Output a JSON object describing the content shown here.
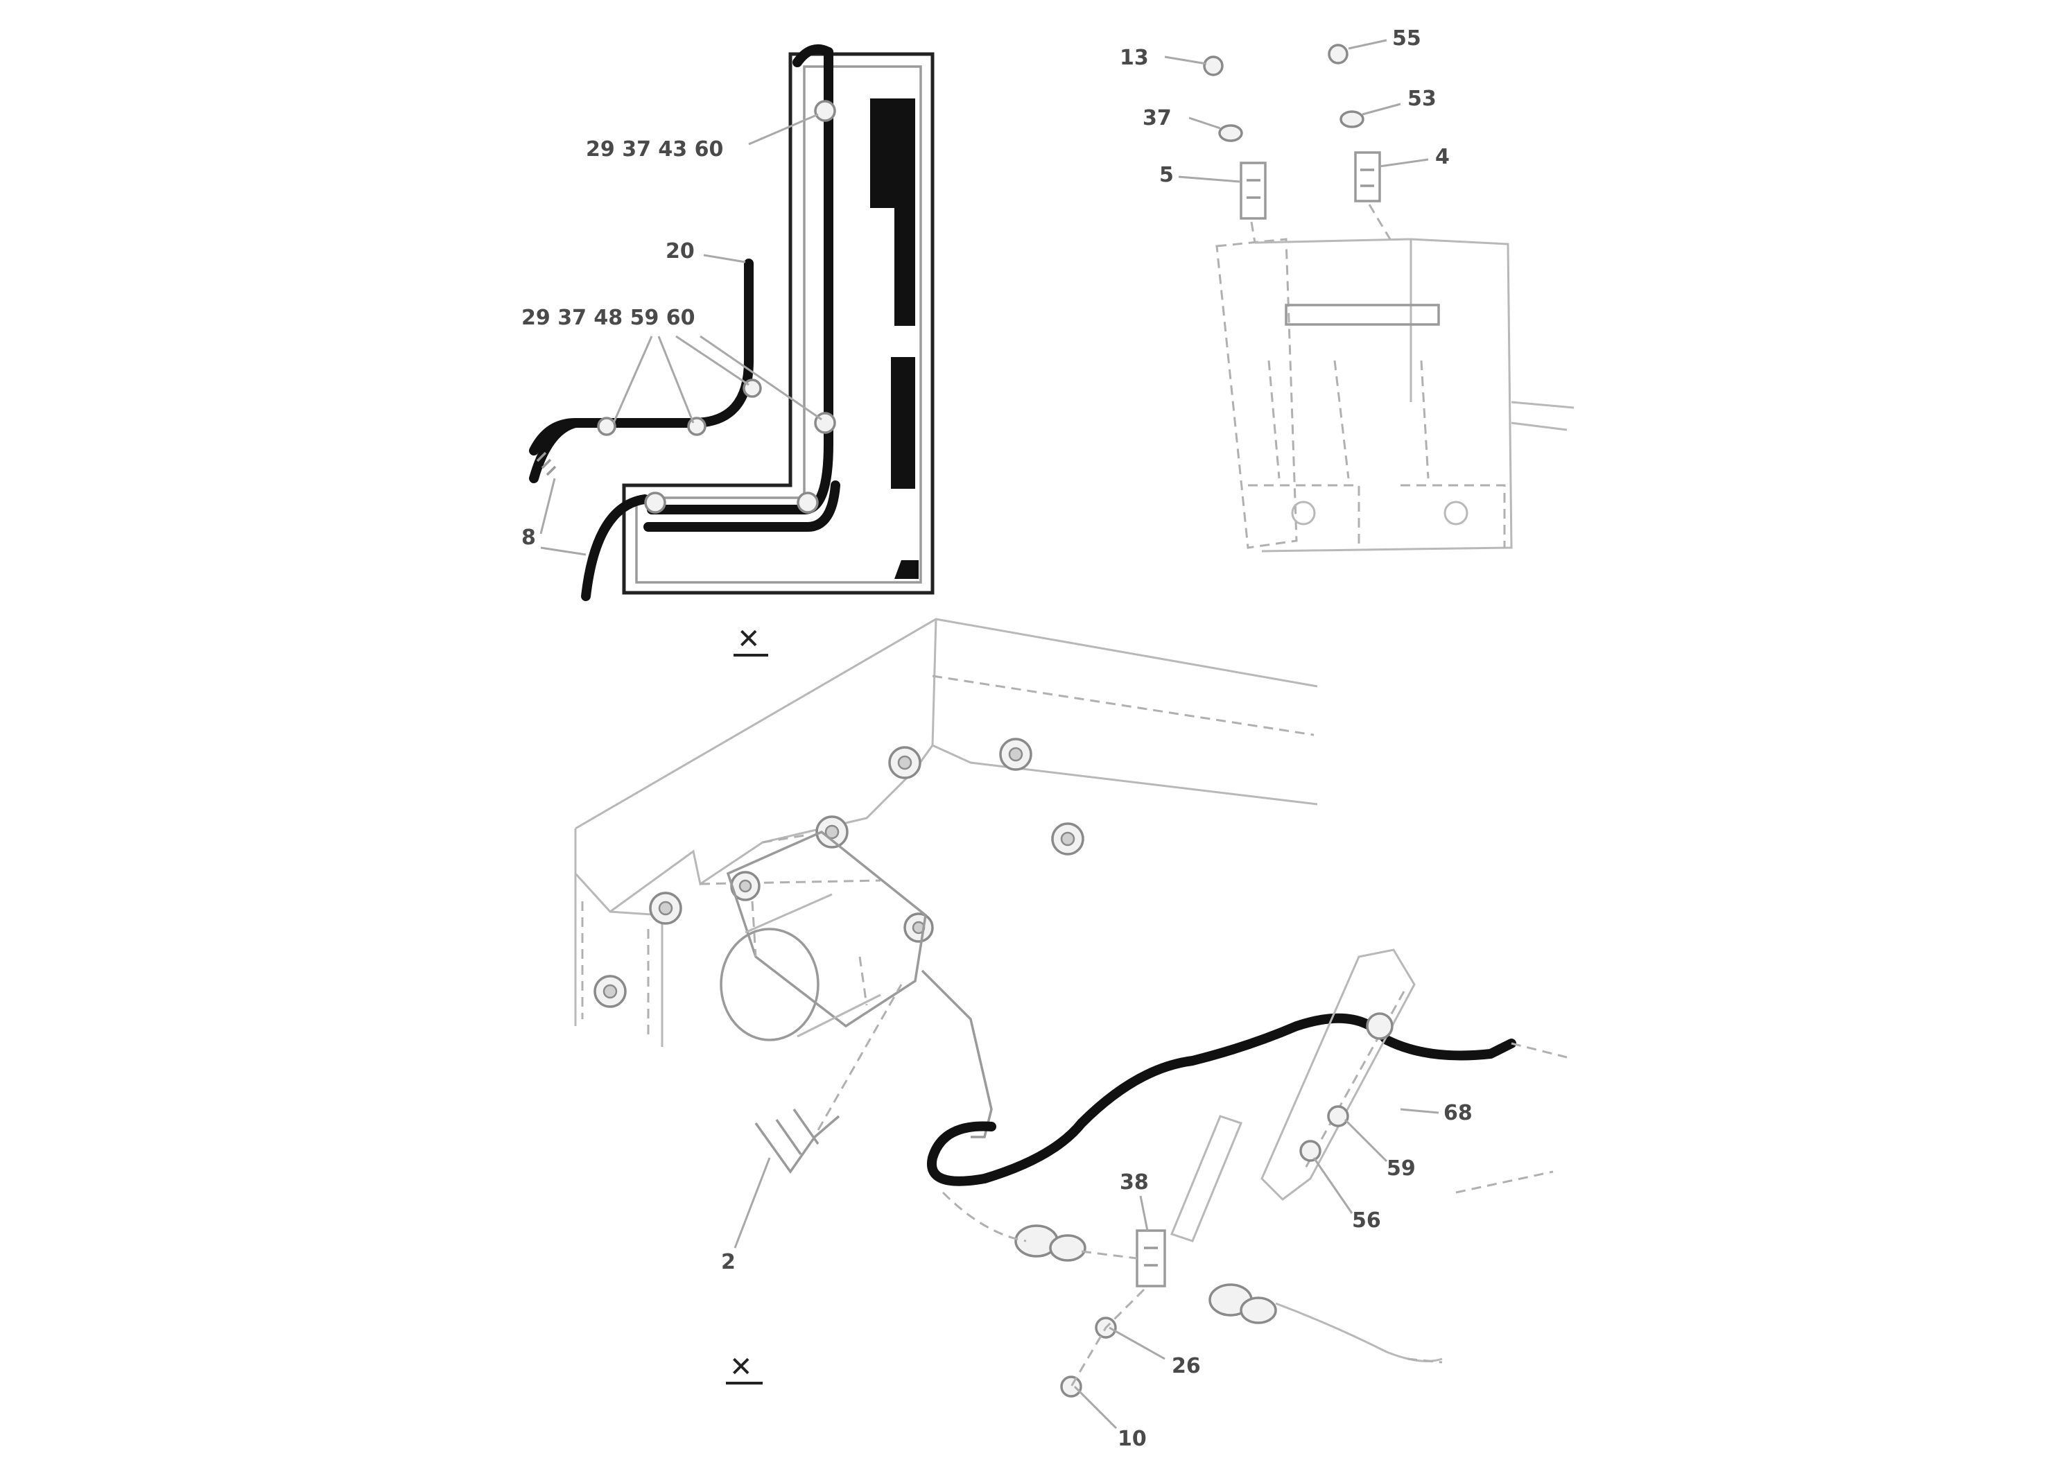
{
  "callouts": {
    "c_top_group": "29 37 43 60",
    "c_20": "20",
    "c_mid_group": "29 37 48 59 60",
    "c_8_left": "8",
    "c_tr_13": "13",
    "c_tr_37": "37",
    "c_tr_5": "5",
    "c_tr_55": "55",
    "c_tr_53": "53",
    "c_tr_4": "4",
    "c_b_2": "2",
    "c_b_68": "68",
    "c_b_59": "59",
    "c_b_56": "56",
    "c_b_38": "38",
    "c_b_26": "26",
    "c_b_10": "10"
  },
  "views": {
    "view_top": "✕",
    "view_bottom": "✕"
  },
  "colors": {
    "hose": "#111111",
    "outline": "#b8b8b8",
    "label": "#4a4a4a"
  }
}
